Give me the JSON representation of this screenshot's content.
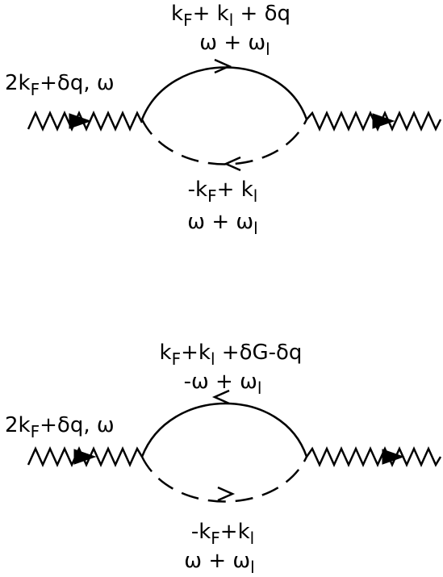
{
  "diagram_top": {
    "incoming": {
      "pre": "2k",
      "sub": "F",
      "post": "+δq, ω"
    },
    "upper_line_momentum": {
      "pre": "k",
      "sub1": "F",
      "mid": "+ k",
      "sub2": "l",
      "post": " + δq"
    },
    "upper_line_frequency": {
      "pre": "ω + ω",
      "sub": "l"
    },
    "lower_line_momentum": {
      "pre": "-k",
      "sub1": "F",
      "mid": "+ k",
      "sub2": "l",
      "post": ""
    },
    "lower_line_frequency": {
      "pre": "ω + ω",
      "sub": "l"
    }
  },
  "diagram_bottom": {
    "incoming": {
      "pre": "2k",
      "sub": "F",
      "post": "+δq, ω"
    },
    "upper_line_momentum": {
      "pre": "k",
      "sub1": "F",
      "mid": "+k",
      "sub2": "l",
      "post": " +δG-δq"
    },
    "upper_line_frequency": {
      "pre": "-ω + ω",
      "sub": "l"
    },
    "lower_line_momentum": {
      "pre": "-k",
      "sub1": "F",
      "mid": "+k",
      "sub2": "l",
      "post": ""
    },
    "lower_line_frequency": {
      "pre": "ω + ω",
      "sub": "l"
    }
  }
}
